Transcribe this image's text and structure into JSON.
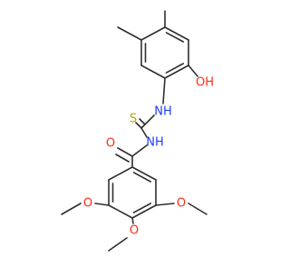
{
  "molecule": {
    "colors": {
      "carbon_bond": "#2f2f2f",
      "oxygen": "#ff2a1a",
      "nitrogen": "#1e3cff",
      "sulfur": "#b2a700"
    },
    "atom_labels": {
      "hydroxyl": "OH",
      "thioamide_nh": "NH",
      "sulfur": "S",
      "amide_nh": "NH",
      "carbonyl_o": "O",
      "methoxy_left_o": "O",
      "methoxy_right_o": "O",
      "methoxy_bottom_o": "O"
    }
  }
}
